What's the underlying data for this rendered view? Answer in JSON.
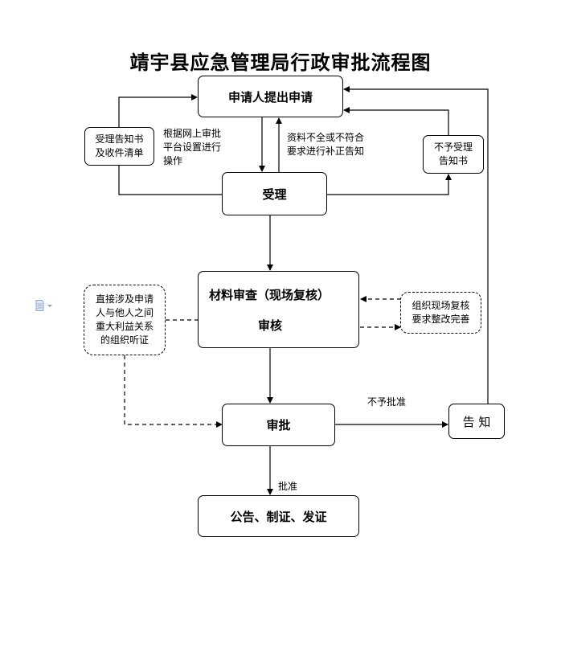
{
  "title": "靖宇县应急管理局行政审批流程图",
  "nodes": {
    "apply": "申请人提出申请",
    "accept": "受理",
    "receipt": [
      "受理告知书",
      "及收件清单"
    ],
    "reject_accept": [
      "不予受理",
      "告知书"
    ],
    "review_line1": "材料审查（现场复核）",
    "review_line2": "审核",
    "hearing": [
      "直接涉及申请",
      "人与他人之间",
      "重大利益关系",
      "的组织听证"
    ],
    "onsite": [
      "组织现场复核",
      "要求整改完善"
    ],
    "approve": "审批",
    "notify": "告 知",
    "publish": "公告、制证、发证"
  },
  "labels": {
    "online": [
      "根据网上审批",
      "平台设置进行",
      "操作"
    ],
    "incomplete": [
      "资料不全或不符合",
      "要求进行补正告知"
    ],
    "not_approved": "不予批准",
    "approved": "批准"
  }
}
